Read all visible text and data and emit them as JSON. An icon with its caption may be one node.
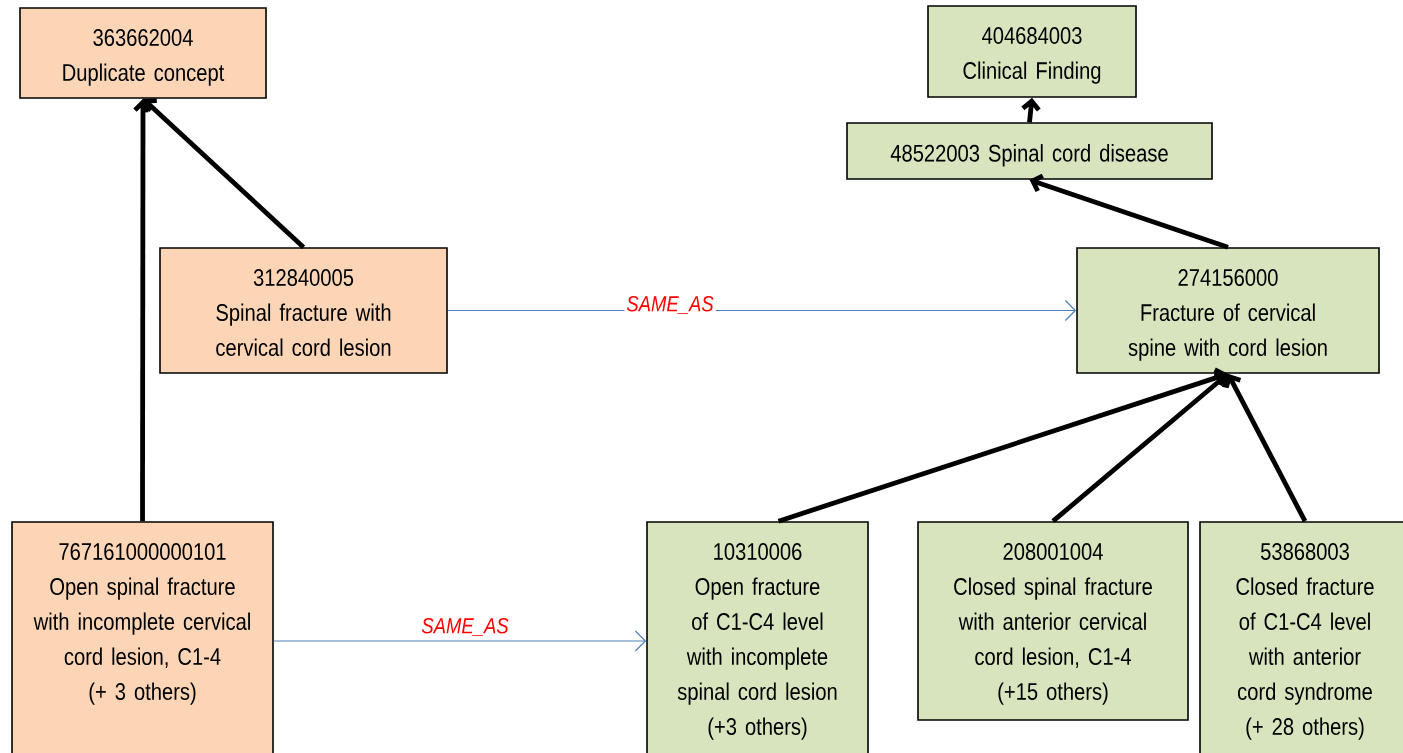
{
  "diagram": {
    "nodes": [
      {
        "text": [
          "363662004",
          "Duplicate concept"
        ]
      },
      {
        "text": [
          "312840005",
          "Spinal fracture with cervical cord lesion"
        ]
      },
      {
        "text": [
          "767161000000101",
          "Open spinal fracture with incomplete cervical cord lesion, C1-4",
          "(+ 3 others)"
        ]
      },
      {
        "text": [
          "404684003",
          "Clinical Finding"
        ]
      },
      {
        "text": [
          "48522003 Spinal cord disease"
        ]
      },
      {
        "text": [
          "274156000",
          "Fracture of cervical spine with cord lesion"
        ]
      },
      {
        "text": [
          "10310006",
          "Open fracture of C1-C4 level with incomplete spinal cord lesion",
          "(+3 others)"
        ]
      },
      {
        "text": [
          "208001004",
          "Closed spinal fracture with anterior cervical cord lesion, C1-4",
          "(+15  others)"
        ]
      },
      {
        "text": [
          "53868003",
          "Closed fracture of C1-C4 level with anterior cord syndrome",
          "(+ 28 others)"
        ]
      }
    ],
    "edges": [
      {
        "from": 2,
        "to": 0,
        "arrow": "to"
      },
      {
        "from": 1,
        "to": 0,
        "arrow": "to"
      },
      {
        "from": 1,
        "to": 5,
        "arrow": "to",
        "label": "SAME_AS",
        "color": "#4f81bd"
      },
      {
        "from": 4,
        "to": 3,
        "arrow": "to"
      },
      {
        "from": 5,
        "to": 4,
        "arrow": "to"
      },
      {
        "from": 6,
        "to": 5,
        "arrow": "to"
      },
      {
        "from": 7,
        "to": 5,
        "arrow": "to"
      },
      {
        "from": 8,
        "to": 5,
        "arrow": "to"
      },
      {
        "from": 2,
        "to": 6,
        "arrow": "to",
        "label": "SAME_AS",
        "color": "#4f81bd"
      }
    ]
  }
}
